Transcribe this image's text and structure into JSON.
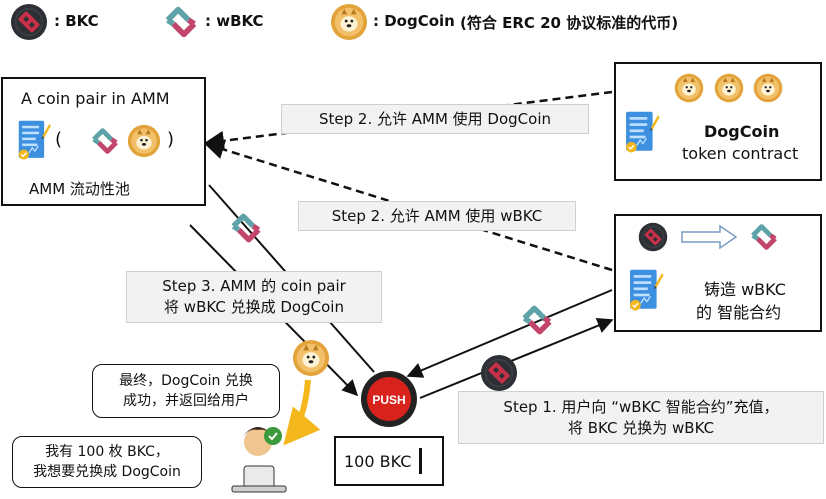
{
  "legend": {
    "bkc_label": ": BKC",
    "wbkc_label": ": wBKC",
    "dog_label": ": DogCoin",
    "dog_desc": "(符合 ERC 20 协议标准的代币)"
  },
  "amm_box": {
    "title": "A coin pair in AMM",
    "paren_open": "(",
    "paren_close": ")",
    "caption": "AMM  流动性池"
  },
  "token_box": {
    "name": "DogCoin",
    "subtitle": "token contract"
  },
  "mint_box": {
    "line1": "铸造 wBKC",
    "line2": "的 智能合约"
  },
  "steps": {
    "step2_dog": "Step 2. 允许 AMM 使用 DogCoin",
    "step2_wbkc": "Step 2. 允许 AMM 使用 wBKC",
    "step3_line1": "Step 3. AMM 的 coin pair",
    "step3_line2": "将 wBKC 兑换成 DogCoin",
    "step1_line1": "Step 1. 用户向 “wBKC 智能合约”充值，",
    "step1_line2": "将 BKC 兑换为 wBKC"
  },
  "bubbles": {
    "result_line1": "最终，DogCoin 兑换",
    "result_line2": "成功，并返回给用户",
    "user_line1": "我有 100 枚 BKC，",
    "user_line2": "我想要兑换成 DogCoin"
  },
  "push_button": {
    "label": "PUSH"
  },
  "balance": {
    "text": "100 BKC"
  },
  "colors": {
    "bkc_dark": "#2c2f33",
    "bkc_accent": "#c8304a",
    "wbkc_teal": "#5ea3a8",
    "wbkc_pink": "#c2466b",
    "dog_gold": "#e2a33a",
    "doc_blue": "#3d8fe0",
    "push_red": "#d8231c",
    "arrow_yellow": "#f4b81d"
  }
}
